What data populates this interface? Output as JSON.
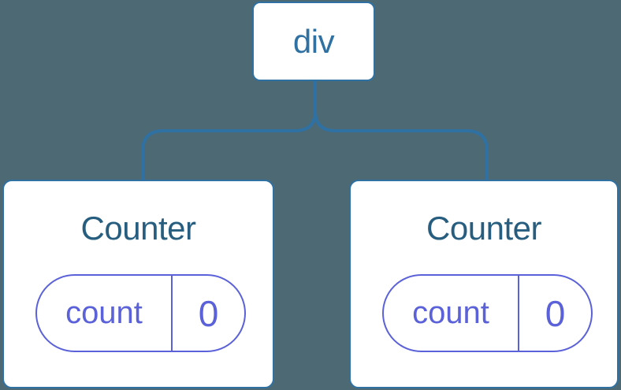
{
  "diagram": {
    "root_node": {
      "label": "div"
    },
    "children": [
      {
        "title": "Counter",
        "state_pill": {
          "name": "count",
          "value": "0"
        }
      },
      {
        "title": "Counter",
        "state_pill": {
          "name": "count",
          "value": "0"
        }
      }
    ]
  },
  "colors": {
    "background": "#4D6974",
    "line-blue": "#2F71A3",
    "title-blue": "#275E80",
    "state-purple": "#5B61D9",
    "node-bg": "#FFFFFF"
  }
}
